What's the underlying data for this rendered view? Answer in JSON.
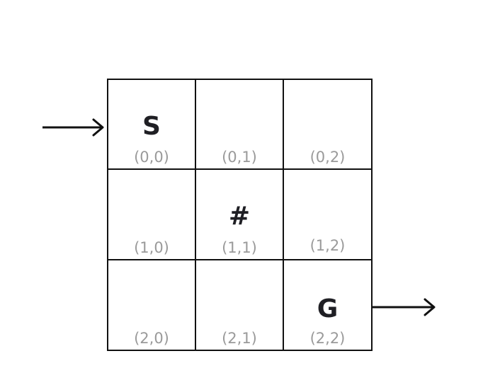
{
  "grid": {
    "rows": 3,
    "cols": 3,
    "cells": [
      {
        "row": 0,
        "col": 0,
        "symbol": "S",
        "coord": "(0,0)"
      },
      {
        "row": 0,
        "col": 1,
        "symbol": "",
        "coord": "(0,1)"
      },
      {
        "row": 0,
        "col": 2,
        "symbol": "",
        "coord": "(0,2)"
      },
      {
        "row": 1,
        "col": 0,
        "symbol": "",
        "coord": "(1,0)"
      },
      {
        "row": 1,
        "col": 1,
        "symbol": "#",
        "coord": "(1,1)"
      },
      {
        "row": 1,
        "col": 2,
        "symbol": "",
        "coord": "(1,2)"
      },
      {
        "row": 2,
        "col": 0,
        "symbol": "",
        "coord": "(2,0)"
      },
      {
        "row": 2,
        "col": 1,
        "symbol": "",
        "coord": "(2,1)"
      },
      {
        "row": 2,
        "col": 2,
        "symbol": "G",
        "coord": "(2,2)"
      }
    ]
  },
  "colors": {
    "line": "#111111",
    "symbol": "#1f1f24",
    "coord": "#9a9a9a"
  }
}
